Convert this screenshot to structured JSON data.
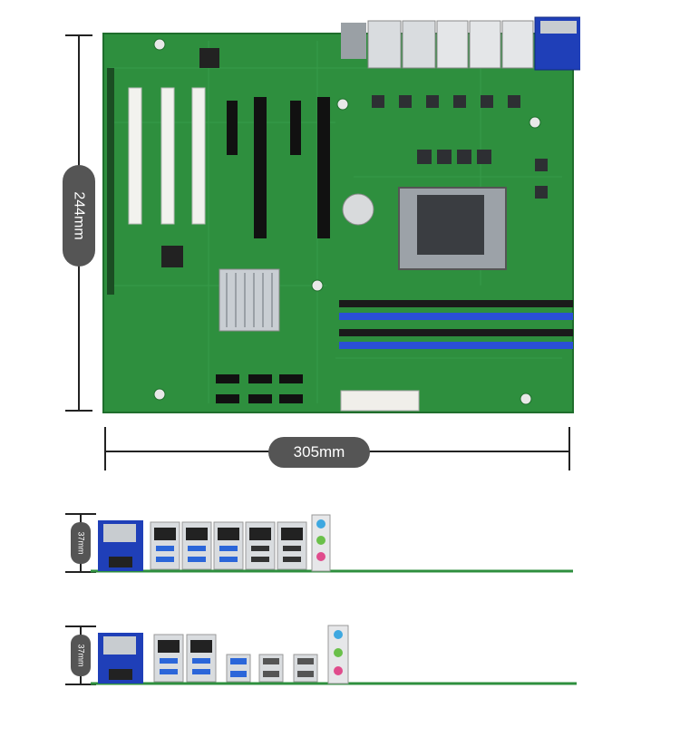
{
  "dimensions": {
    "height_label": "244mm",
    "width_label": "305mm",
    "io_height_label_1": "37mm",
    "io_height_label_2": "37mm"
  },
  "colors": {
    "pcb_green": "#2e8f3e",
    "pcb_dark": "#1f6e2c",
    "dimm_black": "#1a1a1a",
    "dimm_blue": "#2a4fd6",
    "vga_blue": "#1f3fb8",
    "port_silver": "#c8ccd0",
    "usb_blue": "#2b66d9",
    "label_pill": "#555555"
  },
  "components": {
    "pci_slots": 3,
    "pcie_slots": 4,
    "dimm_slots": 4,
    "sata_ports": 6,
    "rear_io_1": [
      "vga",
      "hdmi",
      "lan",
      "lan",
      "lan",
      "lan",
      "lan",
      "usb3",
      "usb3",
      "usb2",
      "usb2",
      "audio"
    ],
    "rear_io_2": [
      "vga",
      "hdmi",
      "lan",
      "lan",
      "usb3",
      "usb3",
      "usb2",
      "usb2",
      "audio"
    ]
  }
}
